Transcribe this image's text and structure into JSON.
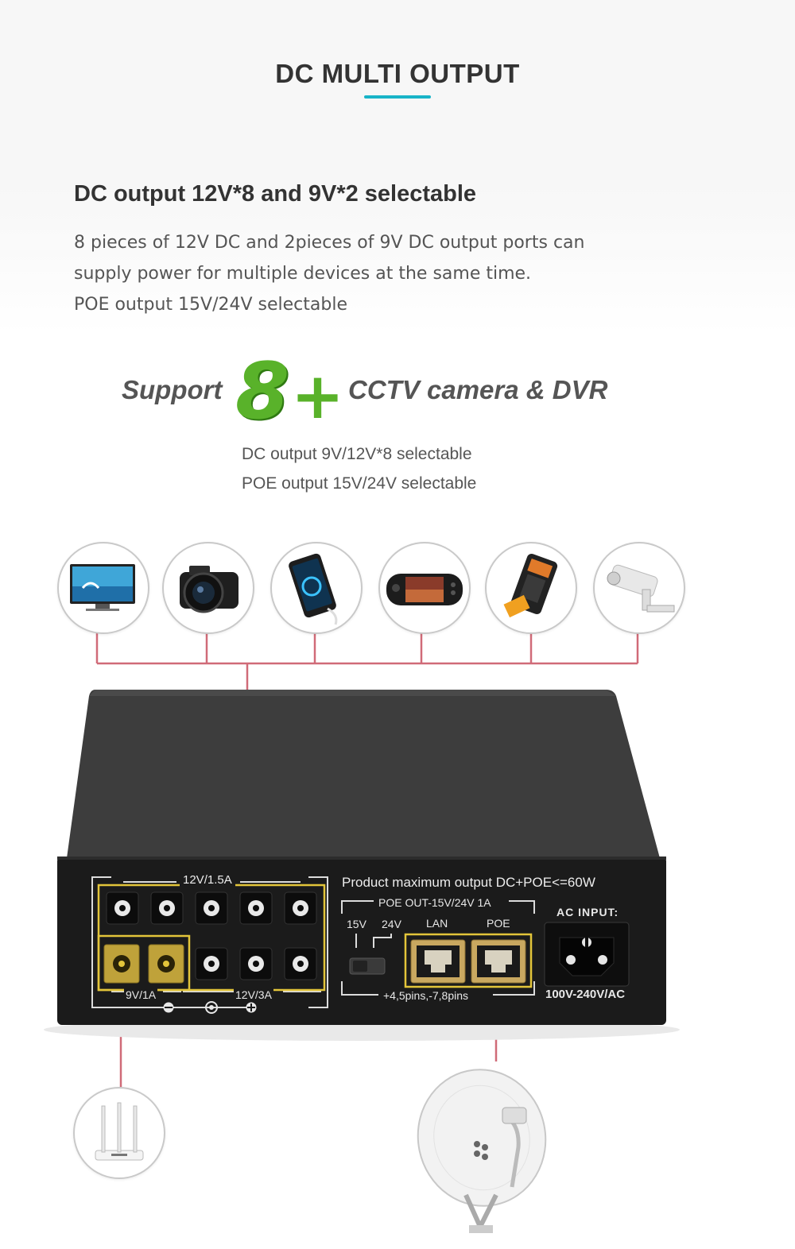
{
  "header": {
    "title": "DC MULTI OUTPUT",
    "accent_color": "#18b4c8"
  },
  "intro": {
    "heading": "DC output 12V*8 and 9V*2 selectable",
    "lines": [
      "8 pieces of 12V DC and 2pieces of 9V DC output ports can",
      "supply power for multiple devices at the same time.",
      "POE output 15V/24V selectable"
    ]
  },
  "support": {
    "prefix": "Support",
    "number": "8",
    "plus": "+",
    "suffix": "CCTV camera & DVR",
    "green_color": "#59b22a",
    "specs": [
      "DC output 9V/12V*8 selectable",
      "POE output 15V/24V selectable"
    ]
  },
  "devices": {
    "top_icons": [
      "tv-icon",
      "camera-icon",
      "smartphone-icon",
      "game-console-icon",
      "pos-terminal-icon",
      "cctv-camera-icon"
    ],
    "bottom_icons": [
      "router-icon",
      "satellite-dish-icon"
    ]
  },
  "panel": {
    "label_12v_top": "12V/1.5A",
    "label_max_output": "Product maximum output  DC+POE<=60W",
    "label_poe_out": "POE OUT-15V/24V 1A",
    "label_15v": "15V",
    "label_24v": "24V",
    "label_lan": "LAN",
    "label_poe": "POE",
    "label_ac_input": "AC INPUT:",
    "label_9v": "9V/1A",
    "label_12v_bottom": "12V/3A",
    "label_pins": "+4,5pins,-7,8pins",
    "label_ac_range": "100V-240V/AC",
    "highlight_color": "#e3c53a",
    "wire_color": "#d06b78"
  }
}
